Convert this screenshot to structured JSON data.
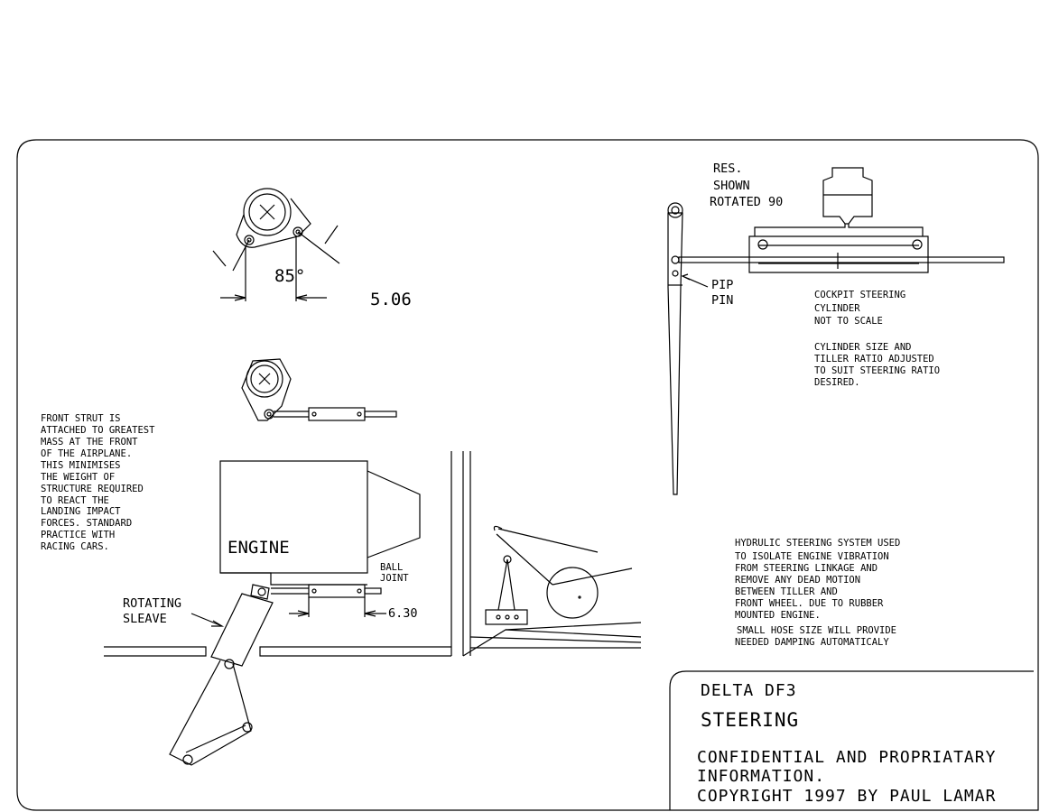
{
  "dimensions": {
    "angle": "85°",
    "arm_length": "5.06",
    "clearance": "6.30"
  },
  "labels": {
    "engine": "ENGINE",
    "ball_joint": [
      "BALL",
      "JOINT"
    ],
    "rotating_sleave": [
      "ROTATING",
      "SLEAVE"
    ],
    "reservoir": [
      "RES.",
      "SHOWN",
      "ROTATED 90"
    ],
    "pip_pin": [
      "PIP",
      "PIN"
    ]
  },
  "notes": {
    "front_strut": [
      "FRONT STRUT IS",
      "ATTACHED TO GREATEST",
      "MASS AT THE FRONT",
      "OF THE AIRPLANE.",
      "THIS MINIMISES",
      "THE WEIGHT OF",
      "STRUCTURE REQUIRED",
      "TO REACT  THE",
      "LANDING IMPACT",
      "FORCES. STANDARD",
      "PRACTICE WITH",
      "RACING CARS."
    ],
    "cockpit_cylinder": [
      "COCKPIT STEERING",
      "CYLINDER",
      "NOT TO SCALE"
    ],
    "cylinder_size": [
      "CYLINDER SIZE AND",
      "TILLER RATIO ADJUSTED",
      "TO SUIT STEERING RATIO",
      "DESIRED."
    ],
    "hydraulic": [
      "HYDRULIC STEERING SYSTEM USED",
      "TO ISOLATE ENGINE VIBRATION",
      "FROM STEERING LINKAGE AND",
      "REMOVE ANY DEAD MOTION",
      "BETWEEN TILLER AND",
      "FRONT WHEEL.  DUE TO RUBBER",
      "MOUNTED ENGINE."
    ],
    "hose": [
      "SMALL HOSE SIZE WILL PROVIDE",
      "NEEDED DAMPING AUTOMATICALY"
    ]
  },
  "title_block": {
    "project": "DELTA DF3",
    "sheet": "STEERING",
    "confidential": [
      "CONFIDENTIAL AND PROPRIATARY",
      "INFORMATION.",
      "COPYRIGHT 1997 BY PAUL LAMAR"
    ]
  }
}
